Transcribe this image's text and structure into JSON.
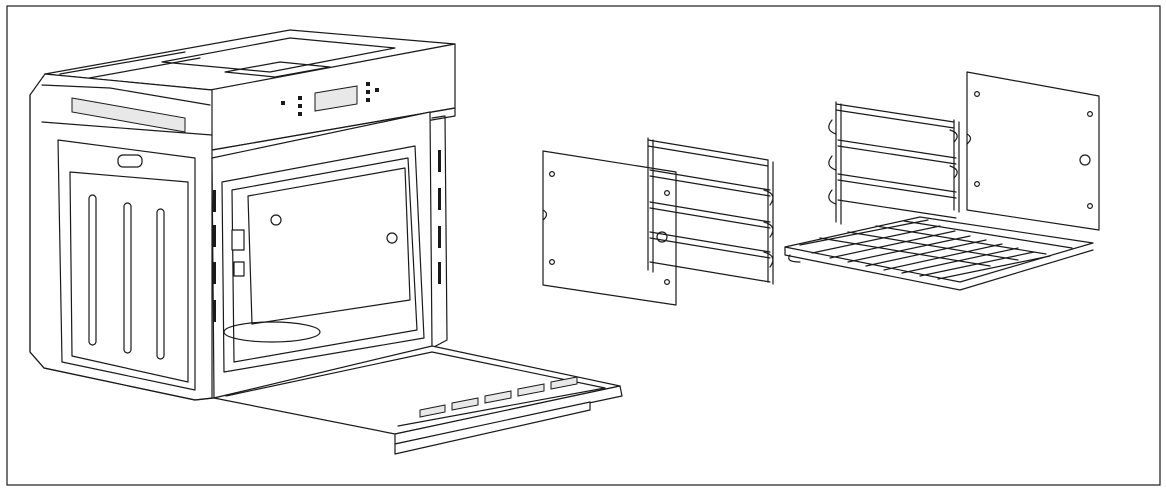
{
  "figure": {
    "kind": "exploded-line-drawing",
    "stroke_color": "#1a1a1a",
    "background": "#ffffff",
    "parts": [
      {
        "id": "oven-body",
        "icon": "built-in-oven"
      },
      {
        "id": "side-panel-left",
        "icon": "catalytic-side-panel"
      },
      {
        "id": "shelf-support-left",
        "icon": "wire-shelf-support"
      },
      {
        "id": "shelf-support-right",
        "icon": "wire-shelf-support"
      },
      {
        "id": "wire-rack",
        "icon": "wire-grill-rack"
      },
      {
        "id": "side-panel-right",
        "icon": "catalytic-side-panel"
      }
    ]
  }
}
